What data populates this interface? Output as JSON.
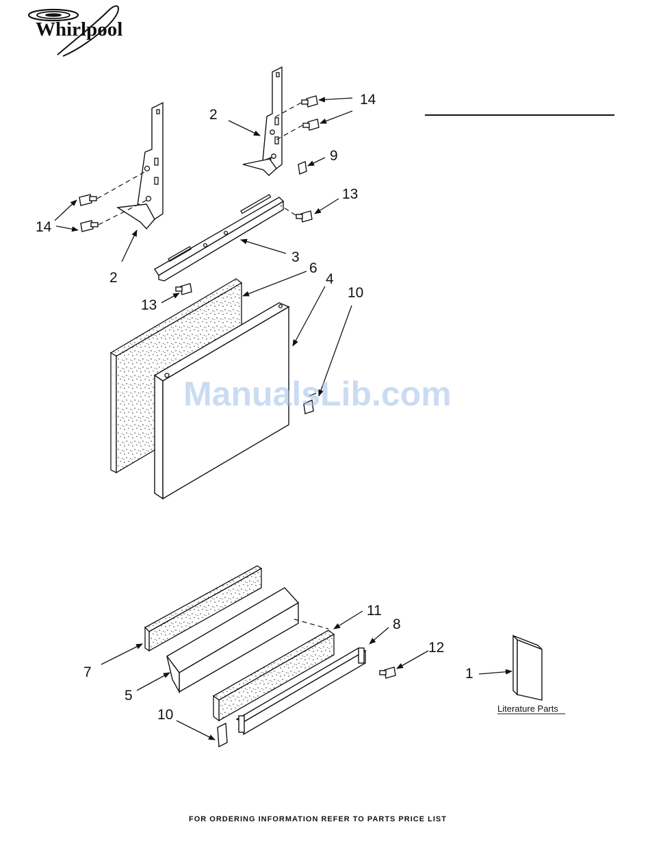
{
  "brand": {
    "logo_text": "Whirlpool"
  },
  "diagram": {
    "callouts": [
      {
        "id": "c14a",
        "label": "14"
      },
      {
        "id": "c2a",
        "label": "2"
      },
      {
        "id": "c9",
        "label": "9"
      },
      {
        "id": "c13a",
        "label": "13"
      },
      {
        "id": "c14b",
        "label": "14"
      },
      {
        "id": "c2b",
        "label": "2"
      },
      {
        "id": "c3",
        "label": "3"
      },
      {
        "id": "c6",
        "label": "6"
      },
      {
        "id": "c4",
        "label": "4"
      },
      {
        "id": "c10a",
        "label": "10"
      },
      {
        "id": "c13b",
        "label": "13"
      },
      {
        "id": "c11",
        "label": "11"
      },
      {
        "id": "c8",
        "label": "8"
      },
      {
        "id": "c12",
        "label": "12"
      },
      {
        "id": "c7",
        "label": "7"
      },
      {
        "id": "c5",
        "label": "5"
      },
      {
        "id": "c1",
        "label": "1"
      },
      {
        "id": "c10b",
        "label": "10"
      }
    ],
    "literature_label": "Literature Parts"
  },
  "watermark": "ManualsLib.com",
  "footer": "FOR ORDERING INFORMATION REFER TO PARTS PRICE LIST"
}
